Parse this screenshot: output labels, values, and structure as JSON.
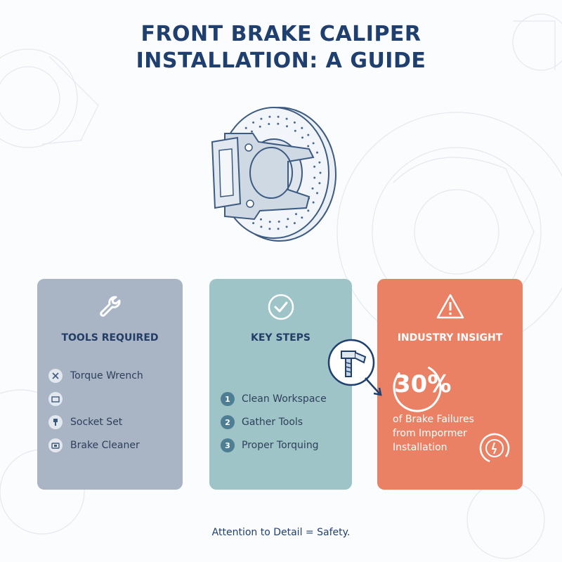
{
  "title": {
    "line1": "FRONT BRAKE CALIPER",
    "line2": "INSTALLATION: A GUIDE"
  },
  "colors": {
    "title": "#1f3f6e",
    "tools_card": "#a9b4c4",
    "steps_card": "#9fc4c8",
    "insight_card": "#ea8165"
  },
  "tools_card": {
    "icon": "wrench-icon",
    "title": "TOOLS REQUIRED",
    "items": [
      {
        "icon": "torque-wrench-icon",
        "label": "Torque Wrench"
      },
      {
        "icon": "toolbox-icon",
        "label": ""
      },
      {
        "icon": "socket-icon",
        "label": "Socket Set"
      },
      {
        "icon": "cleaner-can-icon",
        "label": "Brake Cleaner"
      }
    ]
  },
  "steps_card": {
    "icon": "check-circle-icon",
    "title": "KEY STEPS",
    "items": [
      {
        "number": "1",
        "label": "Clean Workspace"
      },
      {
        "number": "2",
        "label": "Gather Tools"
      },
      {
        "number": "3",
        "label": "Proper Torquing"
      }
    ]
  },
  "insight_card": {
    "icon": "warning-triangle-icon",
    "title": "INDUSTRY INSIGHT",
    "stat_value": "30%",
    "stat_percent": 30,
    "stat_line1": "of Brake Failures",
    "stat_line2": "from Impormer",
    "stat_line3": "Installation",
    "badge_icon": "brake-gauge-icon"
  },
  "footer": "Attention to Detail = Safety."
}
